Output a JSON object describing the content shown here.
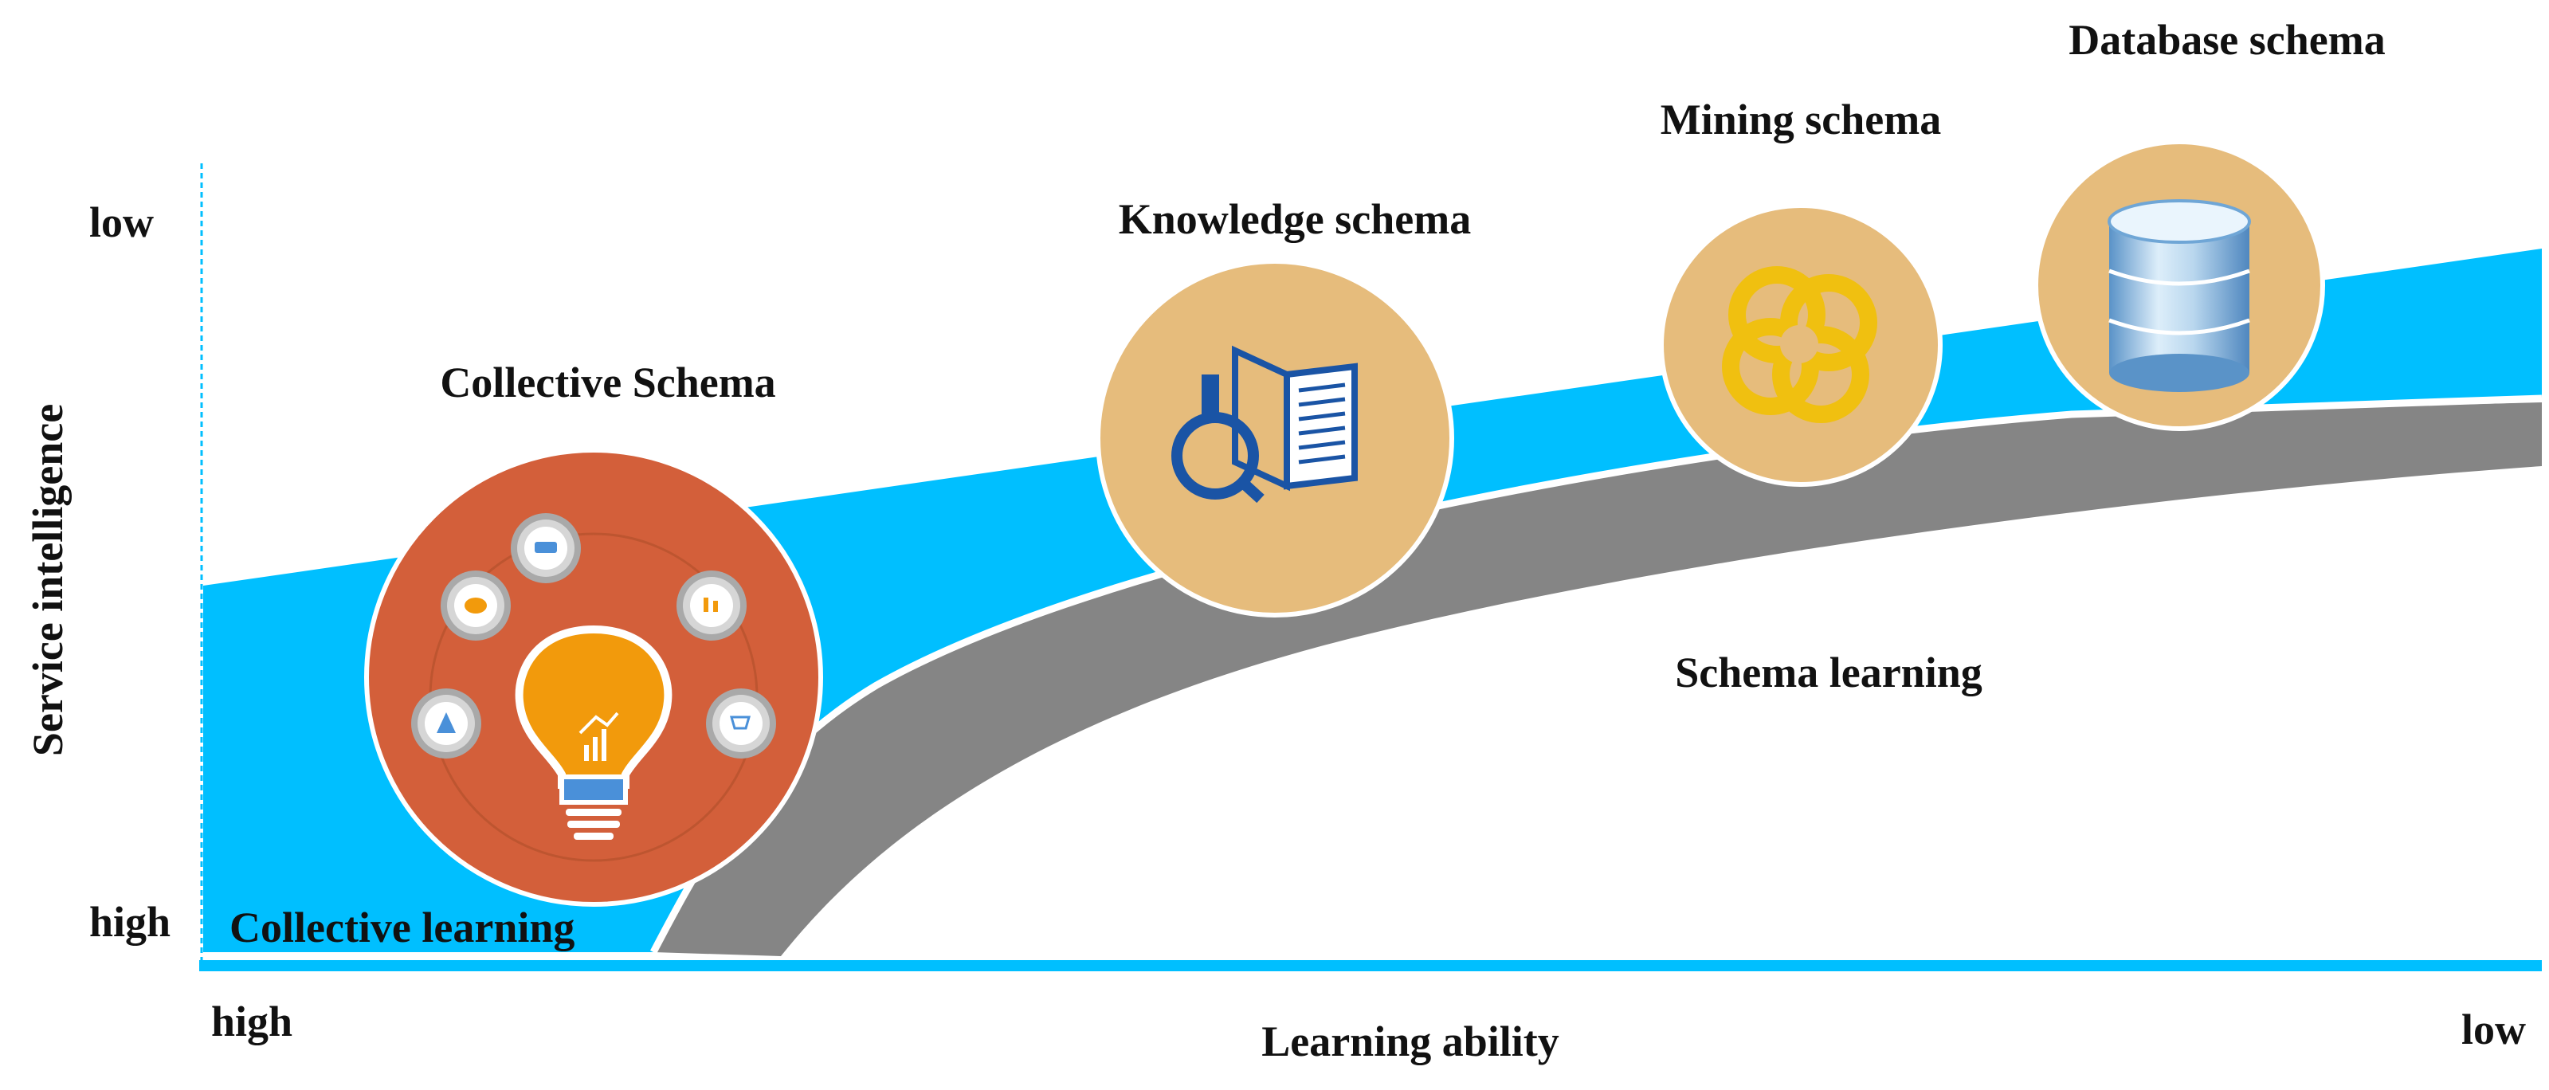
{
  "axes": {
    "y_title": "Service intelligence",
    "y_top": "low",
    "y_bottom": "high",
    "x_title": "Learning ability",
    "x_left": "high",
    "x_right": "low"
  },
  "regions": {
    "collective": "Collective learning",
    "schema": "Schema learning"
  },
  "nodes": [
    {
      "label": "Collective Schema",
      "icon": "lightbulb-gears-icon"
    },
    {
      "label": "Knowledge schema",
      "icon": "book-magnifier-icon"
    },
    {
      "label": "Mining schema",
      "icon": "interlocking-rings-icon"
    },
    {
      "label": "Database schema",
      "icon": "database-cylinder-icon"
    }
  ],
  "colors": {
    "band_blue": "#00BFFF",
    "band_gray": "#858585",
    "circle_orange": "#D35F3A",
    "circle_tan": "#E6BC7C",
    "icon_blue": "#1A54A5",
    "icon_yellow": "#F0C010",
    "bulb_orange": "#F29A0C"
  }
}
